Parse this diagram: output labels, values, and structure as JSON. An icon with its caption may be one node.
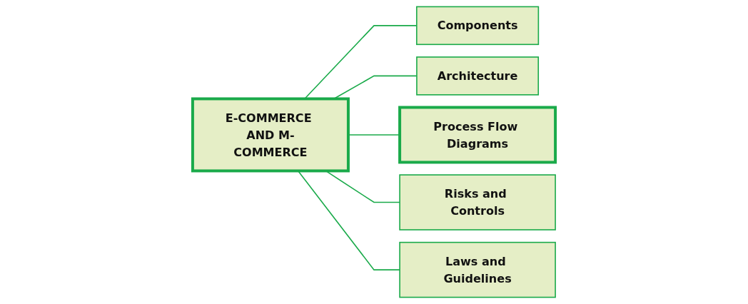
{
  "diagram": {
    "nodes": [
      {
        "text": [
          "E-COMMERCE AND M-COMMERCE"
        ]
      },
      {
        "text": [
          "Components"
        ]
      },
      {
        "text": [
          "Architecture"
        ]
      },
      {
        "text": [
          "Process Flow Diagrams"
        ]
      },
      {
        "text": [
          "Risks and Controls"
        ]
      },
      {
        "text": [
          "Laws and Guidelines"
        ]
      }
    ],
    "edges": [
      {
        "from": 0,
        "to": 1,
        "arrow": "none"
      },
      {
        "from": 0,
        "to": 2,
        "arrow": "none"
      },
      {
        "from": 0,
        "to": 3,
        "arrow": "none"
      },
      {
        "from": 0,
        "to": 4,
        "arrow": "none"
      },
      {
        "from": 0,
        "to": 5,
        "arrow": "none"
      }
    ]
  }
}
